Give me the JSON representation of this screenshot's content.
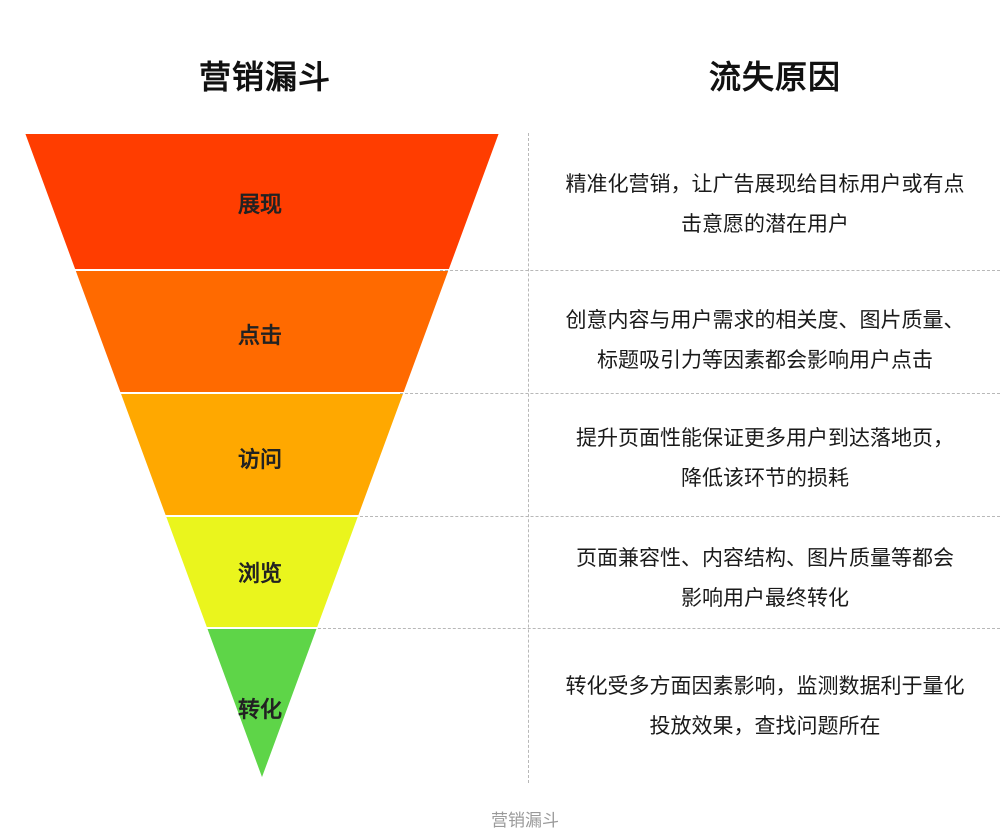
{
  "headers": {
    "funnel": "营销漏斗",
    "reasons": "流失原因"
  },
  "stages": [
    {
      "label": "展现",
      "color": "#ff3d00",
      "reason_lines": [
        "精准化营销，让广告展现给目标用户或有点",
        "击意愿的潜在用户"
      ]
    },
    {
      "label": "点击",
      "color": "#ff6a00",
      "reason_lines": [
        "创意内容与用户需求的相关度、图片质量、",
        "标题吸引力等因素都会影响用户点击"
      ]
    },
    {
      "label": "访问",
      "color": "#ffa800",
      "reason_lines": [
        "提升页面性能保证更多用户到达落地页，",
        "降低该环节的损耗"
      ]
    },
    {
      "label": "浏览",
      "color": "#eaf51d",
      "reason_lines": [
        "页面兼容性、内容结构、图片质量等都会",
        "影响用户最终转化"
      ]
    },
    {
      "label": "转化",
      "color": "#5ed548",
      "reason_lines": [
        "转化受多方面因素影响，监测数据利于量化",
        "投放效果，查找问题所在"
      ]
    }
  ],
  "caption": "营销漏斗"
}
